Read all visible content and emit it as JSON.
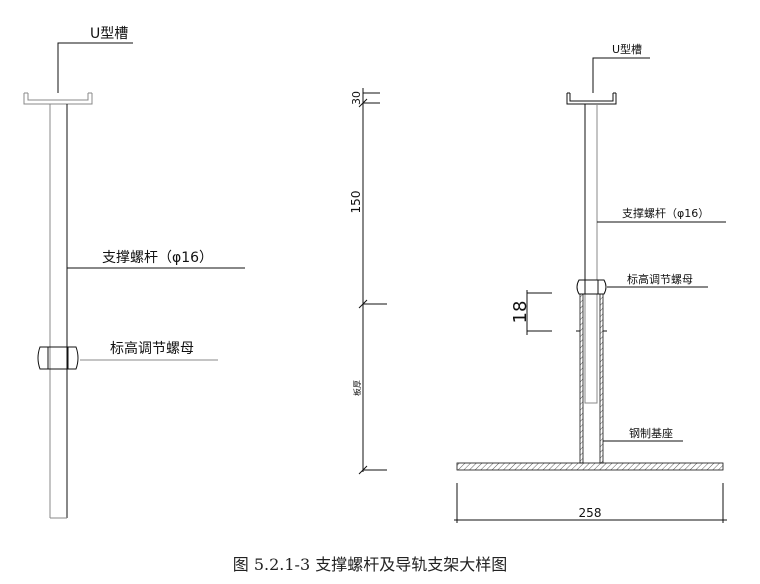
{
  "left_figure": {
    "u_channel_label": "U型槽",
    "rod_label": "支撑螺杆（φ16）",
    "nut_label": "标高调节螺母"
  },
  "dimensions": {
    "top": "30",
    "middle": "150",
    "bottom": "板厚",
    "nut_gap": "18",
    "base_width": "258"
  },
  "right_figure": {
    "u_channel_label": "U型槽",
    "rod_label": "支撑螺杆（φ16）",
    "nut_label": "标高调节螺母",
    "base_label": "钢制基座"
  },
  "caption": "图 5.2.1-3 支撑螺杆及导轨支架大样图"
}
